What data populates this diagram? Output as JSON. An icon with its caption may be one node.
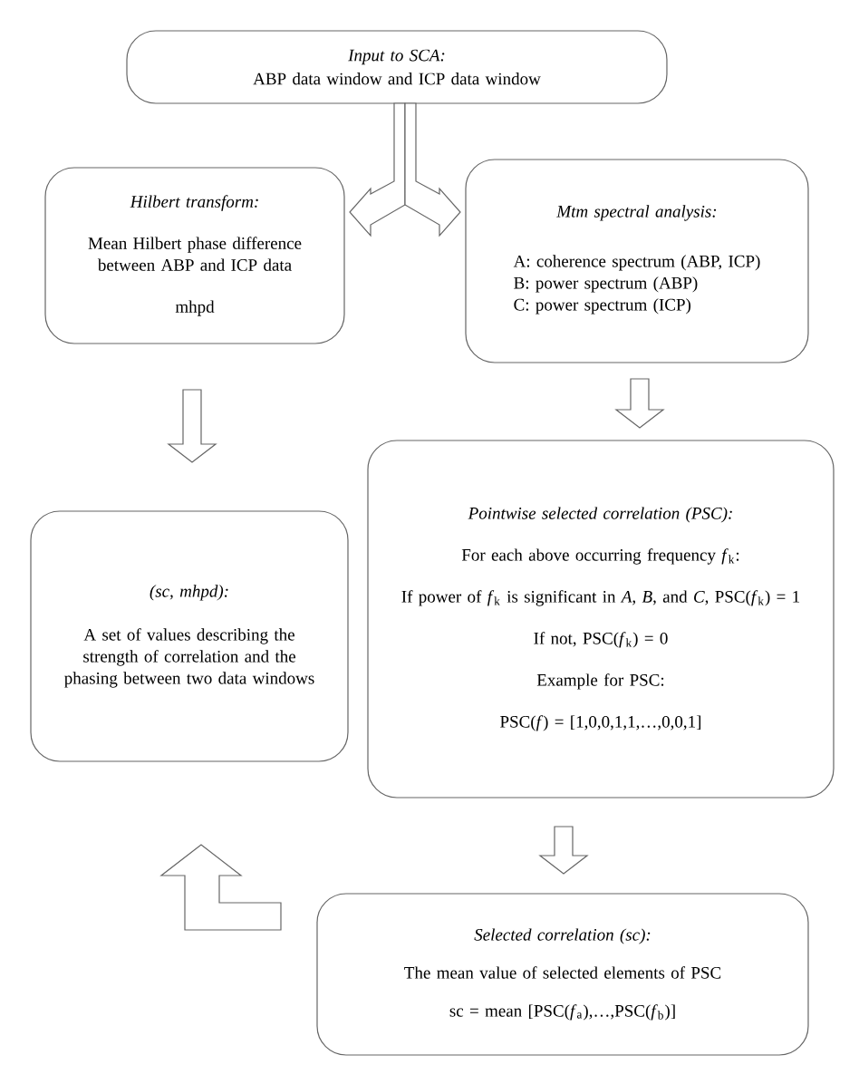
{
  "diagram": {
    "nodes": [
      {
        "text": [
          "Input to SCA:",
          "ABP data window and ICP data window"
        ]
      },
      {
        "text": [
          "Hilbert transform:",
          "Mean Hilbert phase difference between ABP and ICP data",
          "mhpd"
        ]
      },
      {
        "text": [
          "Mtm spectral analysis:",
          "A: coherence spectrum (ABP, ICP)",
          "B: power spectrum (ABP)",
          "C: power spectrum (ICP)"
        ]
      },
      {
        "text": [
          "(sc, mhpd):",
          "A set of values describing the strength of correlation and the phasing between two data windows"
        ]
      },
      {
        "text": [
          "Pointwise selected correlation (PSC):",
          "For each above occurring frequency *f*$_{k}$:",
          "If power of *f*$_{k}$ is significant in *A*, *B*, and *C*, PSC(*f*$_{k}$) = 1",
          "If not, PSC(*f*$_{k}$) = 0",
          "Example for PSC:",
          "PSC(*f*) = [1,0,0,1,1,…,0,0,1]"
        ]
      },
      {
        "text": [
          "Selected correlation (sc):",
          "The mean value of selected elements of PSC",
          "sc = mean [PSC(*f*$_{a}$),…,PSC(*f*$_{b}$)]"
        ]
      }
    ],
    "edges": [
      {
        "from": 0,
        "to": 1,
        "arrow": "to"
      },
      {
        "from": 0,
        "to": 2,
        "arrow": "to"
      },
      {
        "from": 1,
        "to": 3,
        "arrow": "to"
      },
      {
        "from": 2,
        "to": 4,
        "arrow": "to"
      },
      {
        "from": 4,
        "to": 5,
        "arrow": "to"
      },
      {
        "from": 5,
        "to": 3,
        "arrow": "to"
      }
    ]
  }
}
